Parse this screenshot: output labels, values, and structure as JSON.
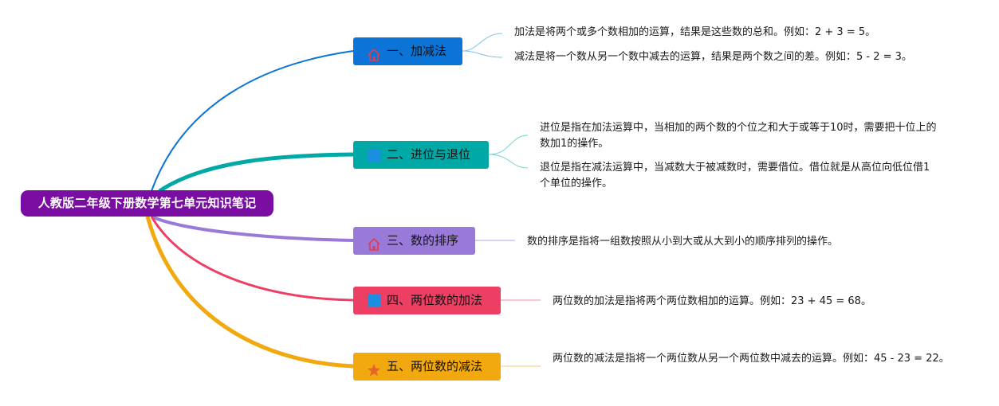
{
  "root": {
    "label": "人教版二年级下册数学第七单元知识笔记"
  },
  "branches": [
    {
      "label": "一、加减法",
      "icon": "home-icon",
      "color": "#0b74d6",
      "notes": [
        "加法是将两个或多个数相加的运算，结果是这些数的总和。例如：2 + 3 = 5。",
        "减法是将一个数从另一个数中减去的运算，结果是两个数之间的差。例如：5 - 2 = 3。"
      ]
    },
    {
      "label": "二、进位与退位",
      "icon": "square-icon",
      "color": "#00a9a6",
      "notes": [
        "进位是指在加法运算中，当相加的两个数的个位之和大于或等于10时，需要把十位上的数加1的操作。",
        "退位是指在减法运算中，当减数大于被减数时，需要借位。借位就是从高位向低位借1个单位的操作。"
      ]
    },
    {
      "label": "三、数的排序",
      "icon": "home-icon",
      "color": "#9a7ad9",
      "notes": [
        "数的排序是指将一组数按照从小到大或从大到小的顺序排列的操作。"
      ]
    },
    {
      "label": "四、两位数的加法",
      "icon": "square-icon",
      "color": "#ec3f63",
      "notes": [
        "两位数的加法是指将两个两位数相加的运算。例如：23 + 45 = 68。"
      ]
    },
    {
      "label": "五、两位数的减法",
      "icon": "star-icon",
      "color": "#f2a90f",
      "notes": [
        "两位数的减法是指将一个两位数从另一个两位数中减去的运算。例如：45 - 23 = 22。"
      ]
    }
  ],
  "colors": {
    "root": "#7a0ea3",
    "branch1": "#0b74d6",
    "branch2": "#00a9a6",
    "branch3": "#9a7ad9",
    "branch4": "#ec3f63",
    "branch5": "#f2a90f"
  }
}
